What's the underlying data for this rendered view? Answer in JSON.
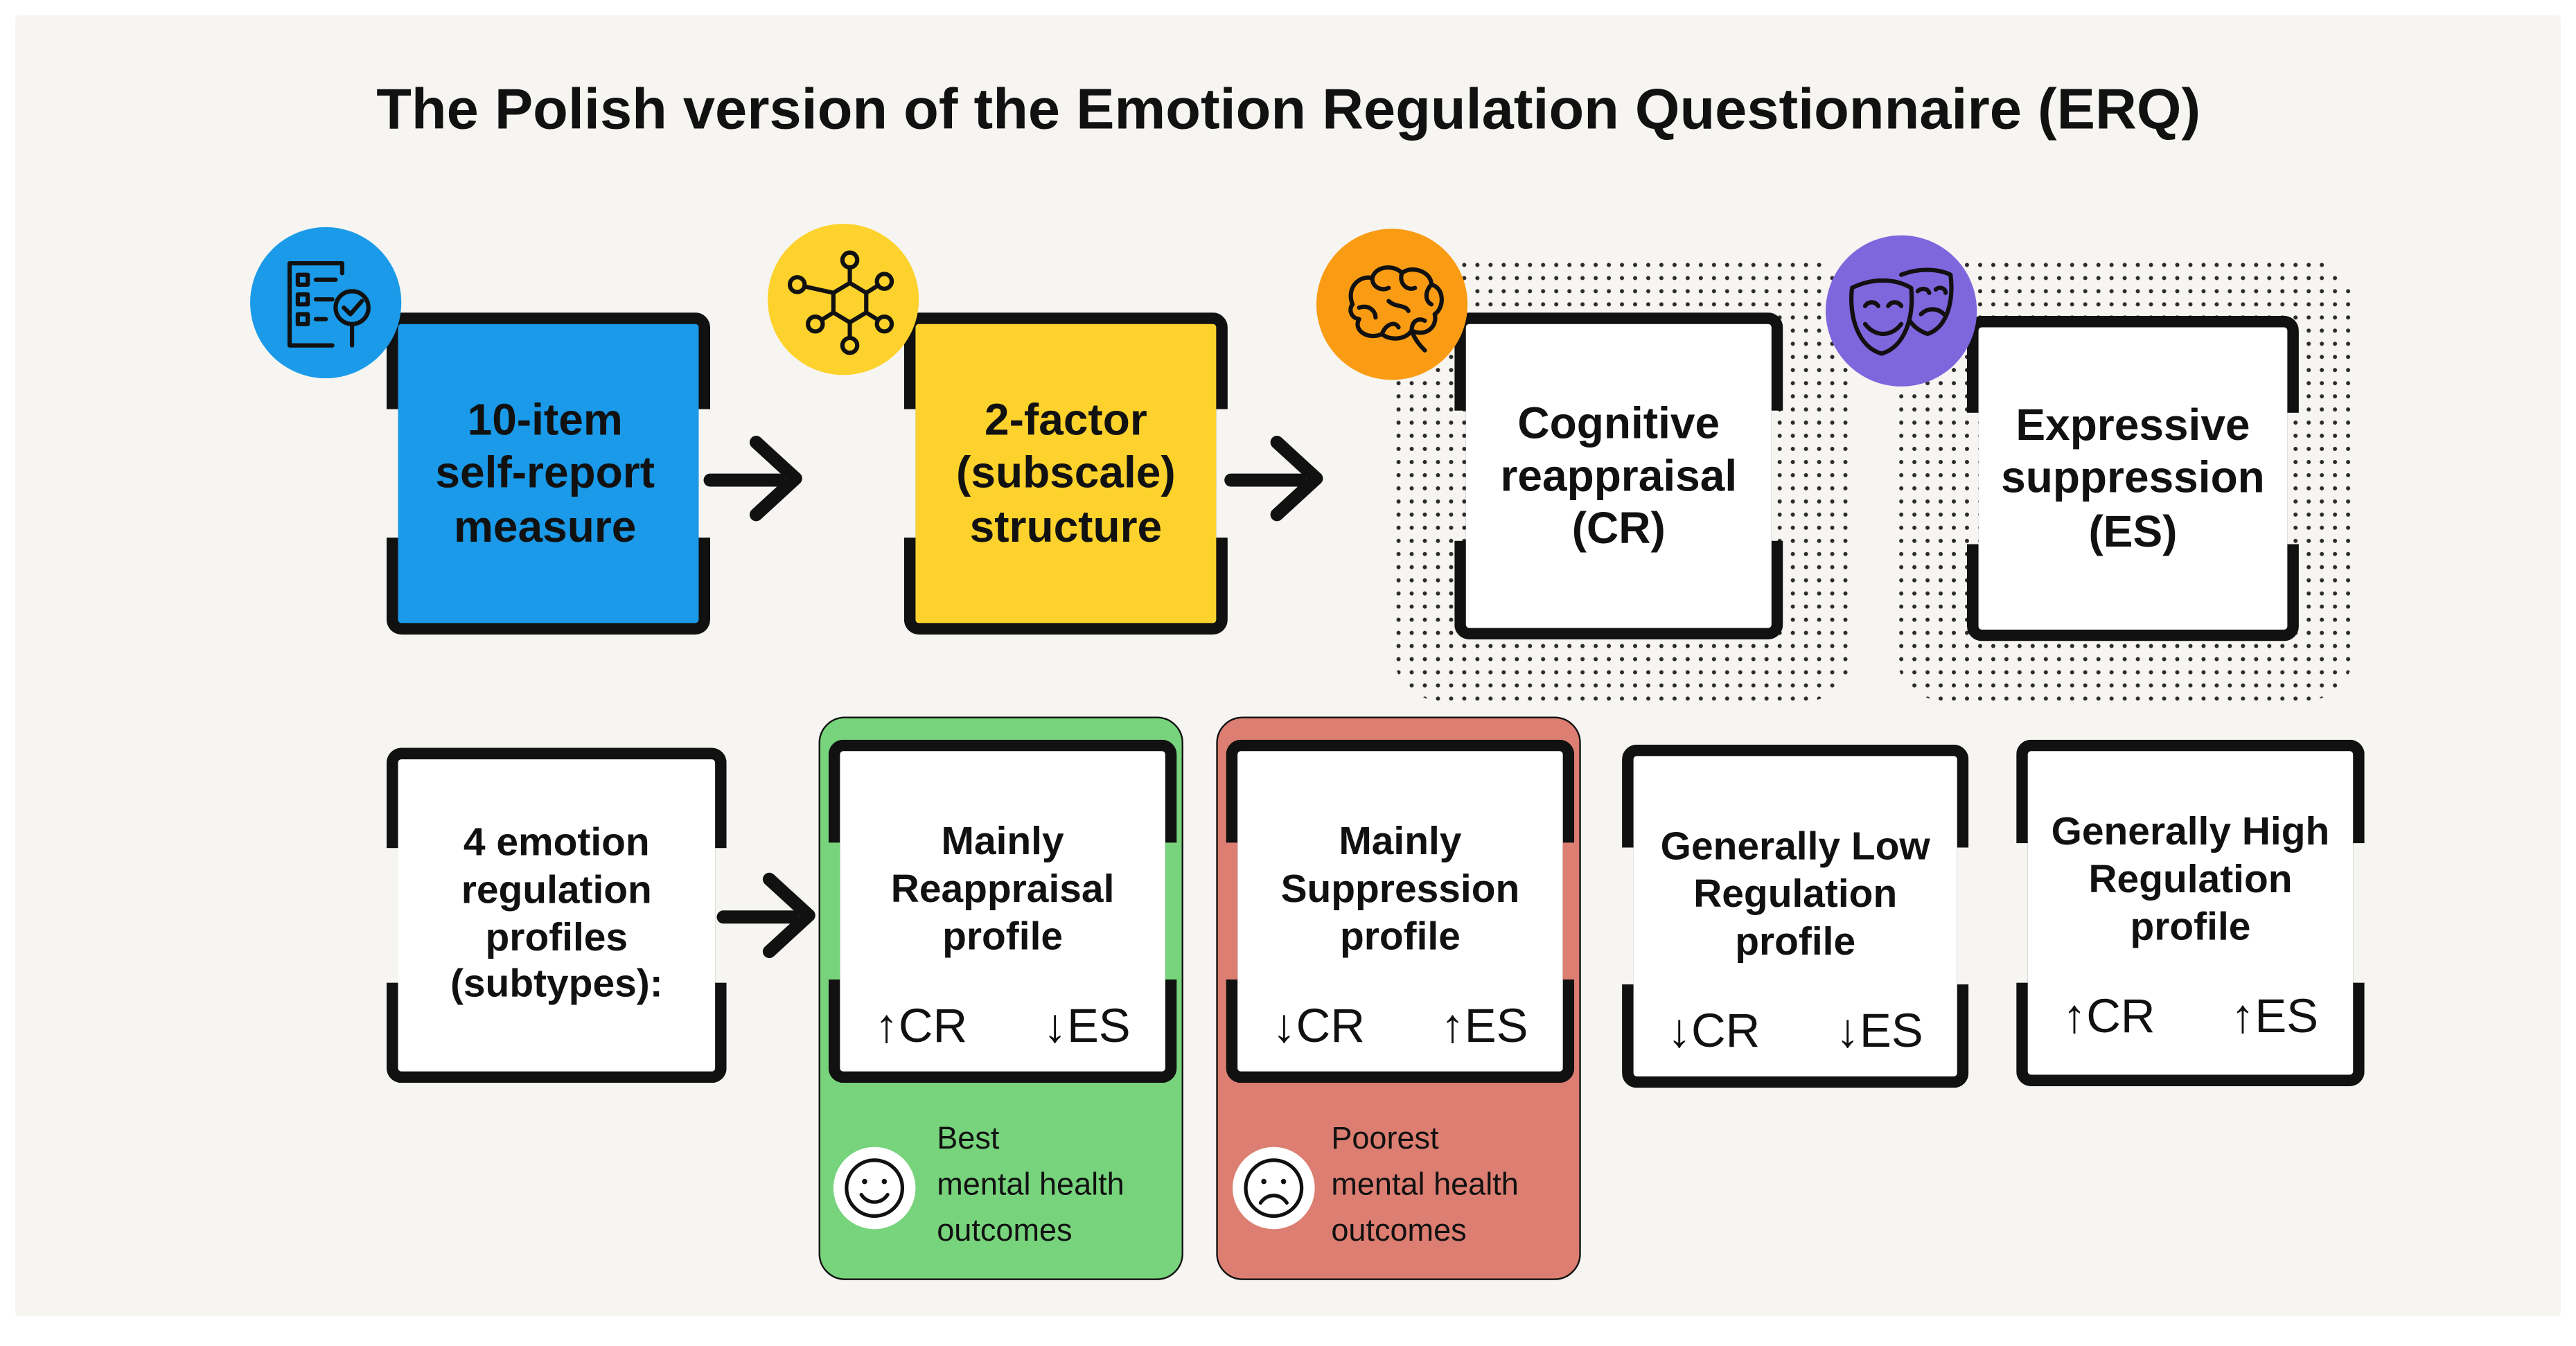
{
  "title": "The Polish version of the Emotion Regulation Questionnaire (ERQ)",
  "top_row": [
    {
      "lines": [
        "10-item",
        "self-report",
        "measure"
      ],
      "icon": "questionnaire-icon",
      "fill": "#1a9ae8",
      "icon_color": "#1a9ae8"
    },
    {
      "lines": [
        "2-factor",
        "(subscale)",
        "structure"
      ],
      "icon": "network-icon",
      "fill": "#fdd22c",
      "icon_color": "#fdd22c"
    },
    {
      "lines": [
        "Cognitive",
        "reappraisal",
        "(CR)"
      ],
      "icon": "brain-icon",
      "fill": "#ffffff",
      "icon_color": "#f99c14"
    },
    {
      "lines": [
        "Expressive",
        "suppression",
        "(ES)"
      ],
      "icon": "theater-masks-icon",
      "fill": "#ffffff",
      "icon_color": "#7e66dd"
    }
  ],
  "profiles_intro": [
    "4 emotion",
    "regulation",
    "profiles",
    "(subtypes):"
  ],
  "profiles": [
    {
      "lines": [
        "Mainly",
        "Reappraisal",
        "profile"
      ],
      "cr": "↑CR",
      "es": "↓ES",
      "panel_color": "#77d47c",
      "outcome": [
        "Best",
        "mental health",
        "outcomes"
      ],
      "face": "smiling-face-icon"
    },
    {
      "lines": [
        "Mainly",
        "Suppression",
        "profile"
      ],
      "cr": "↓CR",
      "es": "↑ES",
      "panel_color": "#dc7e71",
      "outcome": [
        "Poorest",
        "mental health",
        "outcomes"
      ],
      "face": "frowning-face-icon"
    },
    {
      "lines": [
        "Generally Low",
        "Regulation",
        "profile"
      ],
      "cr": "↓CR",
      "es": "↓ES"
    },
    {
      "lines": [
        "Generally High",
        "Regulation",
        "profile"
      ],
      "cr": "↑CR",
      "es": "↑ES"
    }
  ]
}
